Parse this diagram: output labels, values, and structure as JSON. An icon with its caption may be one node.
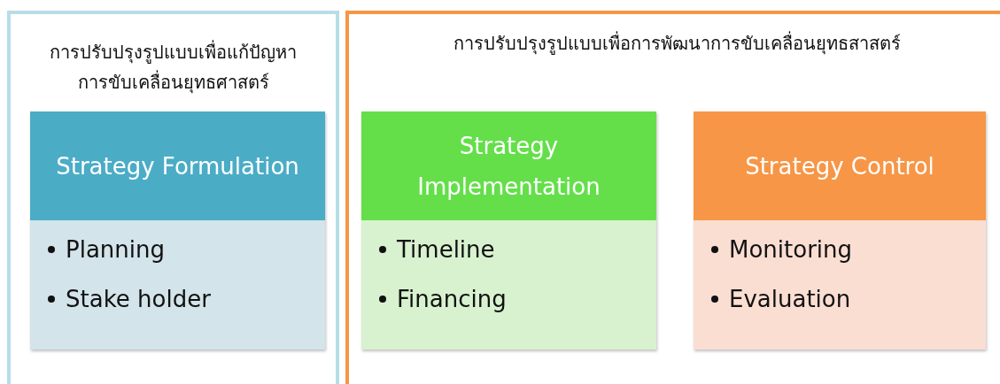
{
  "diagram": {
    "nodes": [
      {
        "text": [
          "การปรับปรุงรูปแบบเพื่อแก้ปัญหา การขับเคลื่อนยุทธศาสตร์"
        ]
      },
      {
        "text": [
          "Strategy Formulation",
          "Planning",
          "Stake holder"
        ],
        "in": 0
      },
      {
        "text": [
          "การปรับปรุงรูปแบบเพื่อการพัฒนาการขับเคลื่อนยุทธสาสตร์"
        ]
      },
      {
        "text": [
          "Strategy Implementation",
          "Timeline",
          "Financing"
        ],
        "in": 2
      },
      {
        "text": [
          "Strategy Control",
          "Monitoring",
          "Evaluation"
        ],
        "in": 2
      }
    ],
    "edges": []
  }
}
